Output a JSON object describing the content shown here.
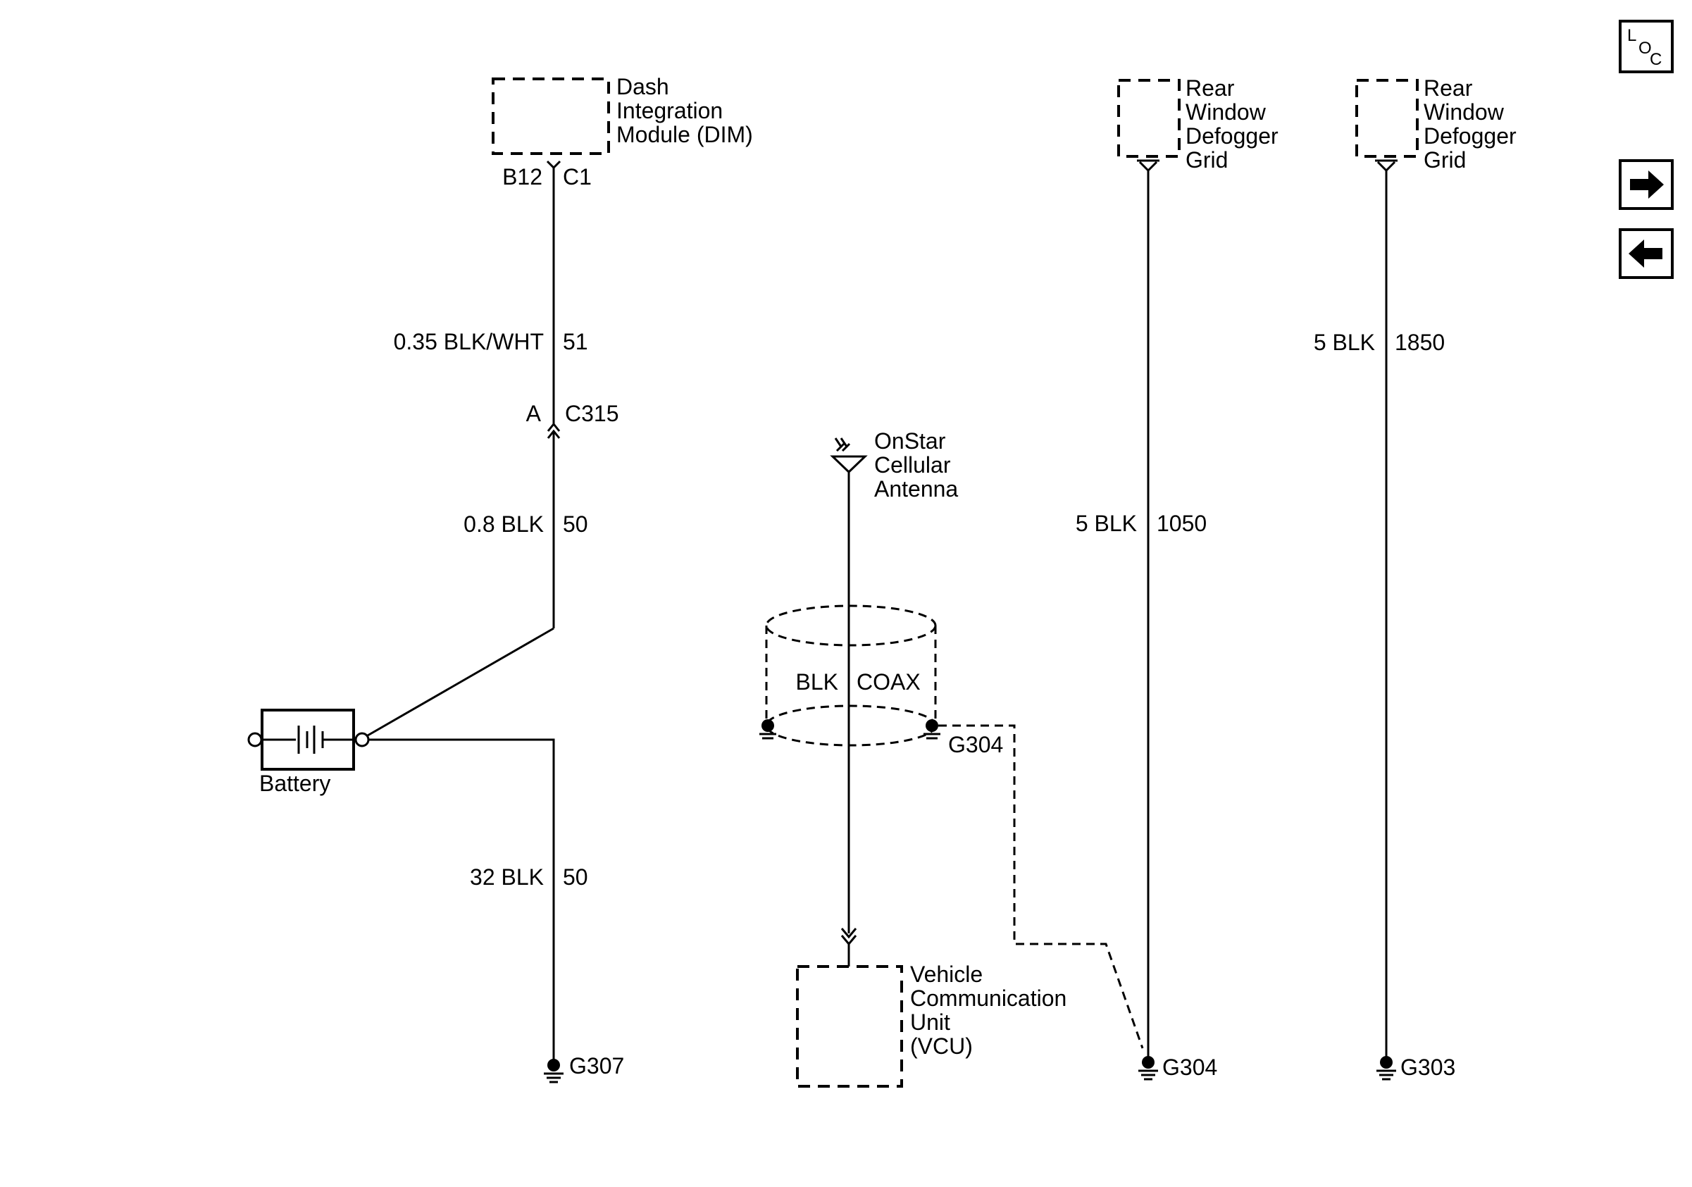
{
  "components": {
    "dim": {
      "label_lines": [
        "Dash",
        "Integration",
        "Module (DIM)"
      ],
      "pin": "B12",
      "connector": "C1"
    },
    "defogger_1": {
      "label_lines": [
        "Rear",
        "Window",
        "Defogger",
        "Grid"
      ]
    },
    "defogger_2": {
      "label_lines": [
        "Rear",
        "Window",
        "Defogger",
        "Grid"
      ]
    },
    "antenna": {
      "label_lines": [
        "OnStar",
        "Cellular",
        "Antenna"
      ]
    },
    "vcu": {
      "label_lines": [
        "Vehicle",
        "Communication",
        "Unit",
        "(VCU)"
      ]
    },
    "battery": {
      "label": "Battery"
    }
  },
  "connectors": {
    "c315": {
      "pin": "A",
      "name": "C315"
    }
  },
  "wires": {
    "dim_ground": {
      "color": "0.35 BLK/WHT",
      "circuit": "51"
    },
    "battery_splice": {
      "color": "0.8 BLK",
      "circuit": "50"
    },
    "battery_ground": {
      "color": "32 BLK",
      "circuit": "50"
    },
    "coax": {
      "color": "BLK",
      "circuit": "COAX"
    },
    "defogger_1": {
      "color": "5 BLK",
      "circuit": "1050"
    },
    "defogger_2": {
      "color": "5 BLK",
      "circuit": "1850"
    }
  },
  "grounds": {
    "g307": "G307",
    "g304_shield": "G304",
    "g304": "G304",
    "g303": "G303"
  },
  "nav": {
    "loc": {
      "l": "L",
      "o": "O",
      "c": "C"
    },
    "next_icon": "arrow-right-icon",
    "prev_icon": "arrow-left-icon"
  }
}
